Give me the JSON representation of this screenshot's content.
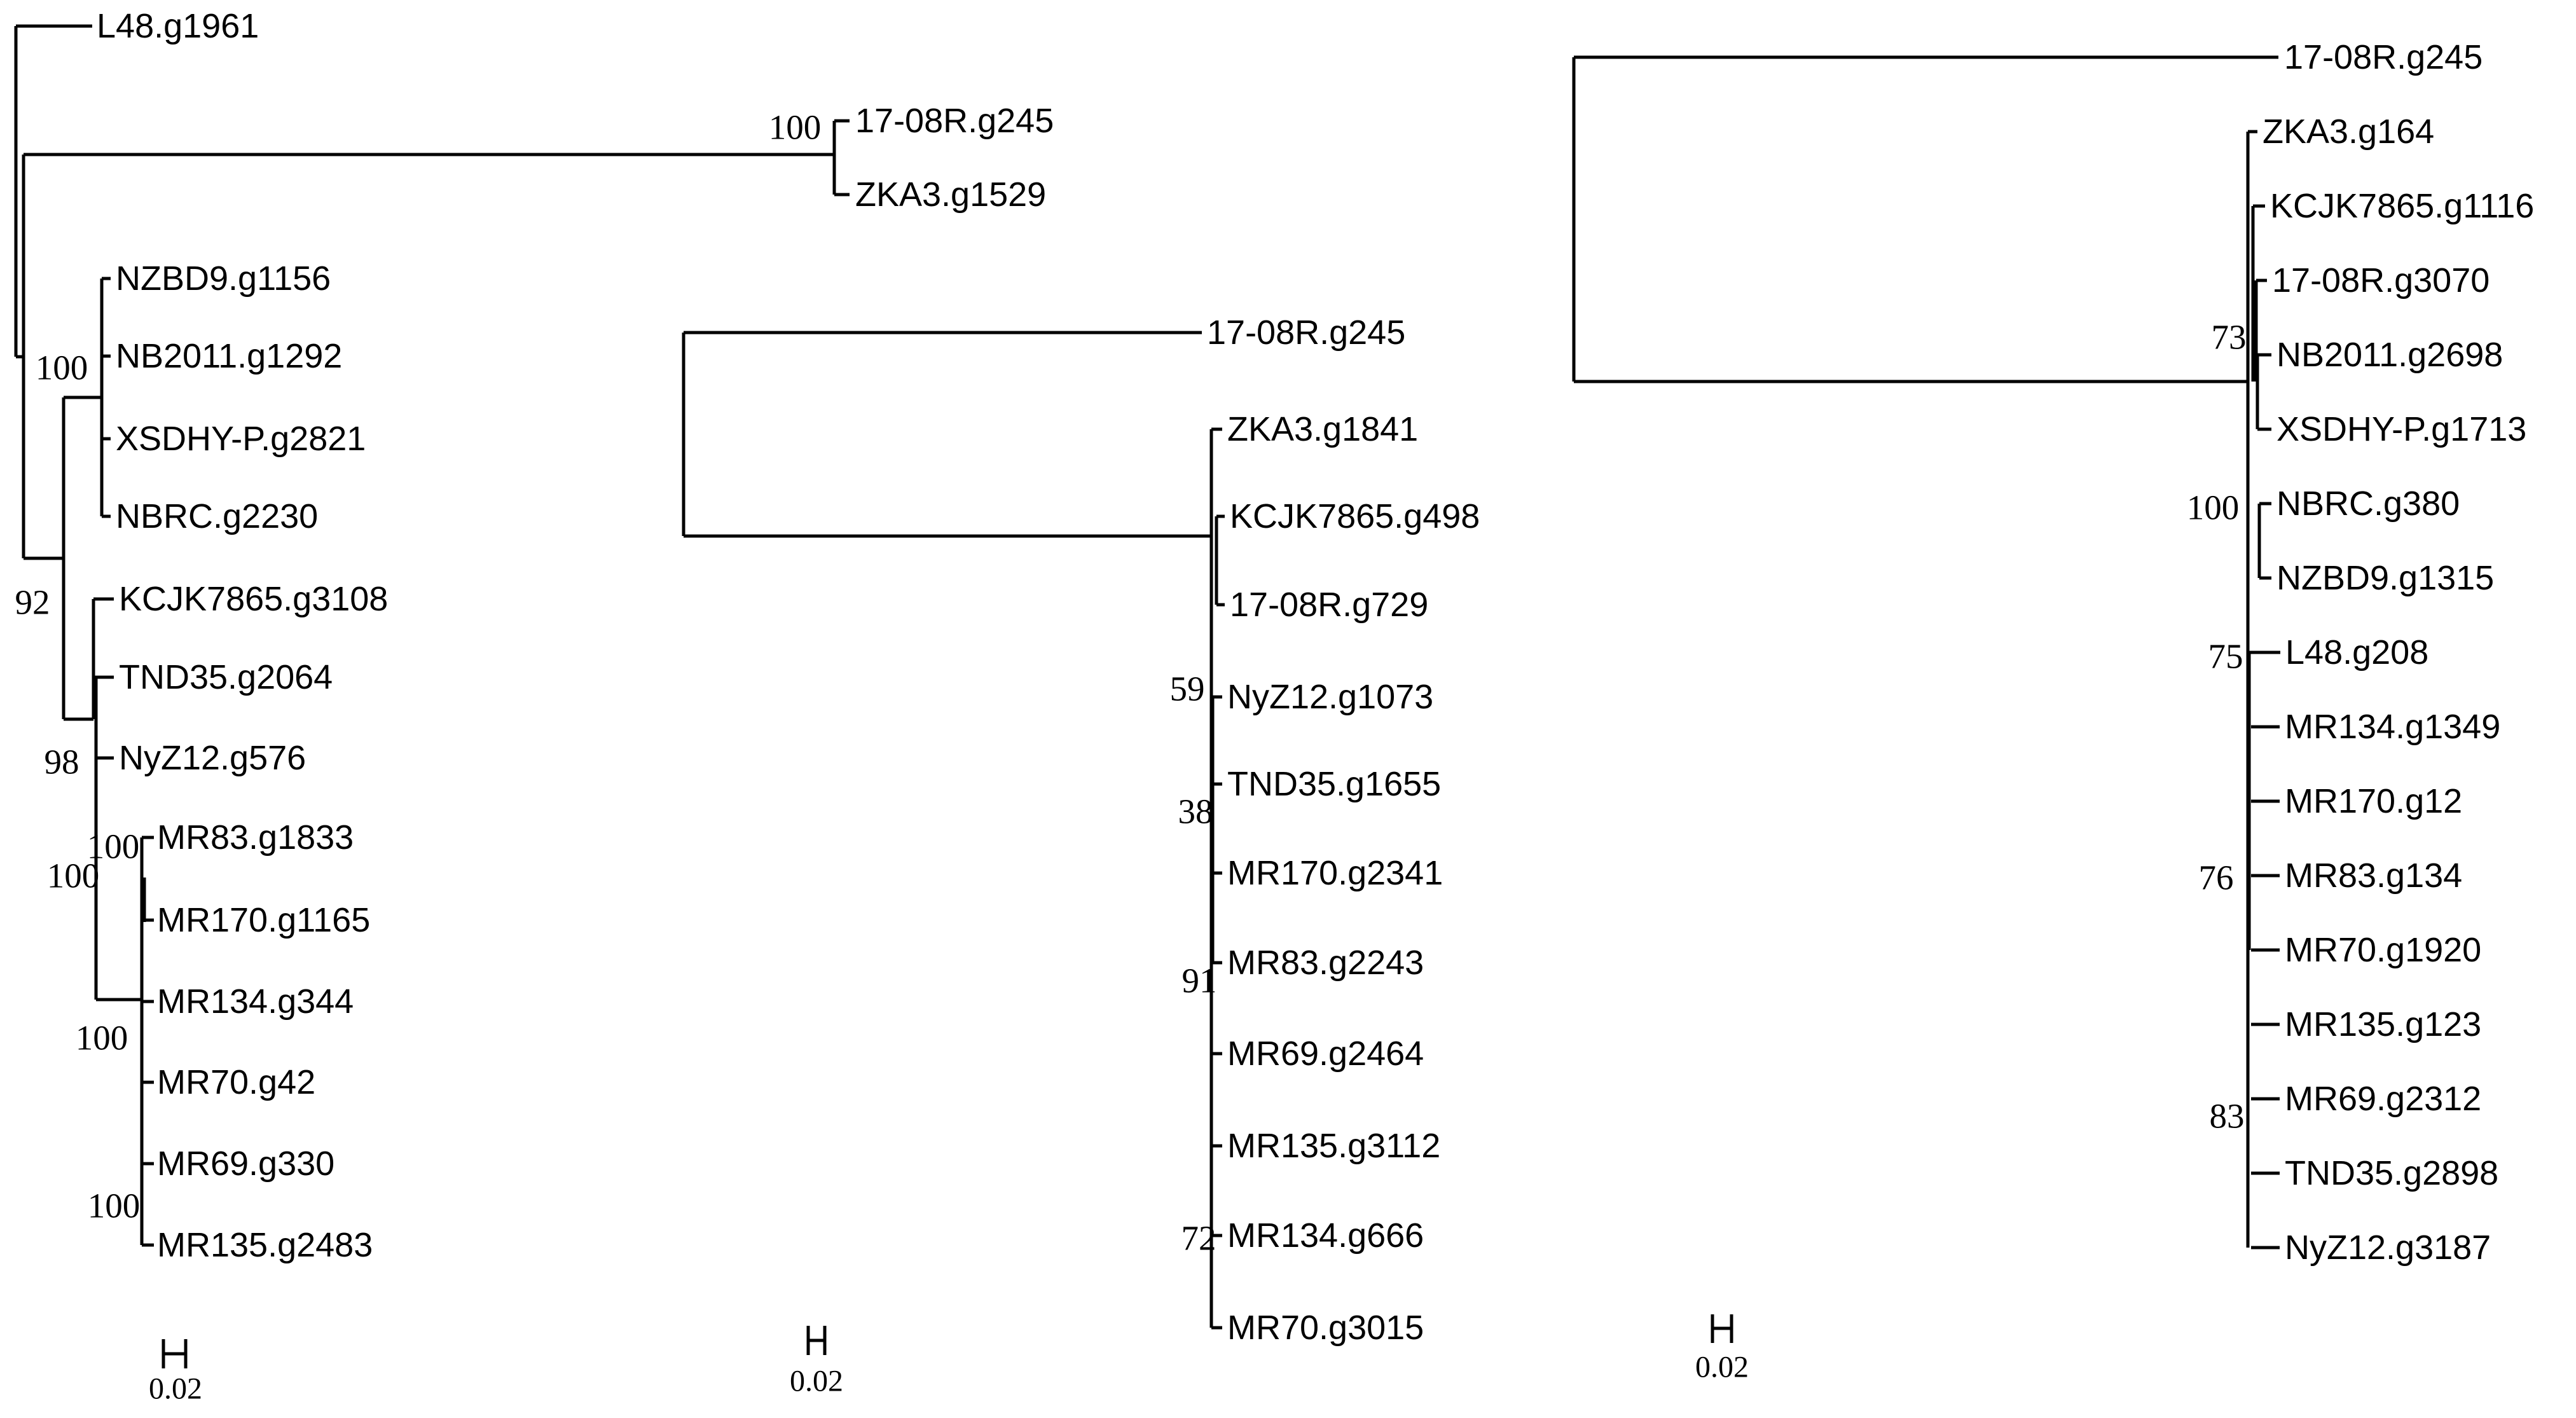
{
  "figure": {
    "background_color": "#ffffff",
    "line_color": "#000000",
    "trees": [
      {
        "id": "left",
        "scale_bar": {
          "label": "0.02"
        },
        "leaves": [
          "L48.g1961",
          "17-08R.g245",
          "ZKA3.g1529",
          "NZBD9.g1156",
          "NB2011.g1292",
          "XSDHY-P.g2821",
          "NBRC.g2230",
          "KCJK7865.g3108",
          "TND35.g2064",
          "NyZ12.g576",
          "MR83.g1833",
          "MR170.g1165",
          "MR134.g344",
          "MR70.g42",
          "MR69.g330",
          "MR135.g2483"
        ],
        "bootstraps": [
          "100",
          "100",
          "92",
          "98",
          "100",
          "100",
          "100",
          "100"
        ]
      },
      {
        "id": "middle",
        "scale_bar": {
          "label": "0.02"
        },
        "leaves": [
          "17-08R.g245",
          "ZKA3.g1841",
          "KCJK7865.g498",
          "17-08R.g729",
          "NyZ12.g1073",
          "TND35.g1655",
          "MR170.g2341",
          "MR83.g2243",
          "MR69.g2464",
          "MR135.g3112",
          "MR134.g666",
          "MR70.g3015"
        ],
        "bootstraps": [
          "59",
          "38",
          "91",
          "72"
        ]
      },
      {
        "id": "right",
        "scale_bar": {
          "label": "0.02"
        },
        "leaves": [
          "17-08R.g245",
          "ZKA3.g164",
          "KCJK7865.g1116",
          "17-08R.g3070",
          "NB2011.g2698",
          "XSDHY-P.g1713",
          "NBRC.g380",
          "NZBD9.g1315",
          "L48.g208",
          "MR134.g1349",
          "MR170.g12",
          "MR83.g134",
          "MR70.g1920",
          "MR135.g123",
          "MR69.g2312",
          "TND35.g2898",
          "NyZ12.g3187"
        ],
        "bootstraps": [
          "73",
          "100",
          "75",
          "76",
          "83"
        ]
      }
    ]
  }
}
